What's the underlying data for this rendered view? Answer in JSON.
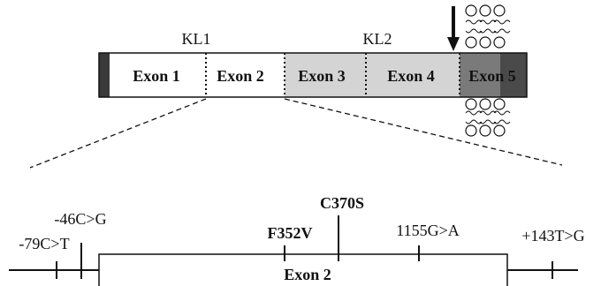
{
  "protein": {
    "exons": [
      {
        "label": "Exon 1",
        "color": "#ffffff"
      },
      {
        "label": "Exon 2",
        "color": "#ffffff"
      },
      {
        "label": "Exon 3",
        "color": "#d4d4d4"
      },
      {
        "label": "Exon 4",
        "color": "#d4d4d4"
      },
      {
        "label": "Exon 5",
        "color": "#7a7a7a"
      }
    ],
    "domains": [
      "KL1",
      "KL2"
    ]
  },
  "exon_detail": {
    "label": "Exon 2",
    "variants": [
      {
        "label": "-79C>T",
        "bold": false
      },
      {
        "label": "-46C>G",
        "bold": false
      },
      {
        "label": "F352V",
        "bold": true
      },
      {
        "label": "C370S",
        "bold": true
      },
      {
        "label": "1155G>A",
        "bold": false
      },
      {
        "label": "+143T>G",
        "bold": false
      }
    ]
  }
}
